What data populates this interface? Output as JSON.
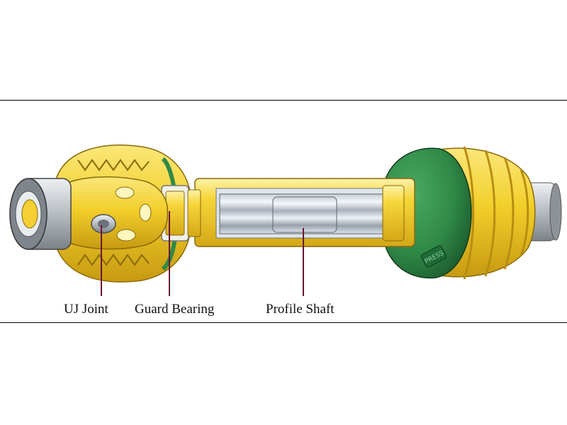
{
  "labels": {
    "uj_joint": "UJ Joint",
    "guard_bearing": "Guard Bearing",
    "profile_shaft": "Profile Shaft"
  },
  "embossed_text": "PRESS",
  "colors": {
    "guard_yellow": "#f2cf2a",
    "guard_yellow_dark": "#c79a12",
    "guard_yellow_light": "#fbe77a",
    "cone_green": "#2f8a47",
    "cone_green_dark": "#1c5a2d",
    "steel": "#9ea3a8",
    "steel_light": "#e4e8ec",
    "callout_line": "#6b1530"
  },
  "icons": [
    "uj-joint-icon",
    "guard-bearing-icon",
    "profile-shaft-icon",
    "yoke-icon",
    "cone-guard-icon"
  ]
}
